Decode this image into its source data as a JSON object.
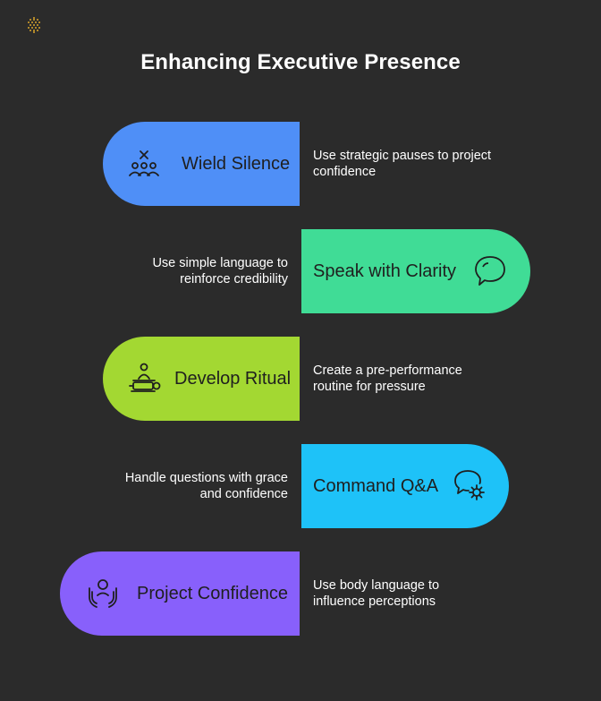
{
  "title": "Enhancing Executive Presence",
  "colors": {
    "background": "#2b2b2b",
    "wield": "#4f8ff7",
    "speak": "#40dc96",
    "ritual": "#a3d832",
    "command": "#1ec2f8",
    "project": "#8860fb",
    "logo": "#d9a42a"
  },
  "steps": [
    {
      "label": "Wield Silence",
      "description": "Use strategic pauses to project confidence",
      "icon": "group-mute-icon"
    },
    {
      "label": "Speak with Clarity",
      "description": "Use simple language to reinforce credibility",
      "icon": "speech-bubble-icon"
    },
    {
      "label": "Develop Ritual",
      "description": "Create a pre-performance routine for pressure",
      "icon": "presenter-podium-icon"
    },
    {
      "label": "Command Q&A",
      "description": "Handle questions with grace and confidence",
      "icon": "chat-gear-icon"
    },
    {
      "label": "Project Confidence",
      "description": "Use body language to influence perceptions",
      "icon": "open-hands-person-icon"
    }
  ]
}
